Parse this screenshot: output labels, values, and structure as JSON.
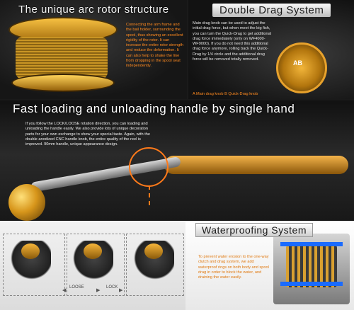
{
  "panels": {
    "arc_rotor": {
      "title": "The unique arc rotor structure",
      "text": "Connecting the arm frame and the bail holder, surrounding the spool, thus showing an excellent rigidity of the rotor. It can increase the entire rotor strength and reduce the deformation. It can also help to shake the line from dropping in the spool seat independently."
    },
    "double_drag": {
      "title": "Double Drag System",
      "text": "Main drag knob can be used to adjust the initial drag force, but when meet the big fish, you can turn the Quick-Drag to get additional drag force immediately (only on WF4000-WF9000). If you do not need this additional drag force anymore, rolling back the Quick-Drag by 1/4 circle and the additional drag force will be removed totally removed.",
      "footnote": "A Main drag knob  B Quick-Drag knob",
      "knob_label": "AB"
    },
    "handle": {
      "title": "Fast loading and unloading handle by single hand",
      "text": "If you follow the LOCK/LOOSE rotation direction, you can loading and unloading the handle easily. We also provide lots of unique decoration parts for your own exchange to show your special taste. Again, with the double anodized CNC handle knob, the entire quality of the reel is improved. 90mm handle, unique appearance design."
    },
    "lock_loose": {
      "loose": "LOOSE",
      "lock": "LOCK"
    },
    "waterproof": {
      "title": "Waterproofing System",
      "text": "To prevent water erosion to the one-way clutch and drag system, we add waterproof rings on both body and spool drag in order to block the water, and draining the water easily."
    }
  }
}
